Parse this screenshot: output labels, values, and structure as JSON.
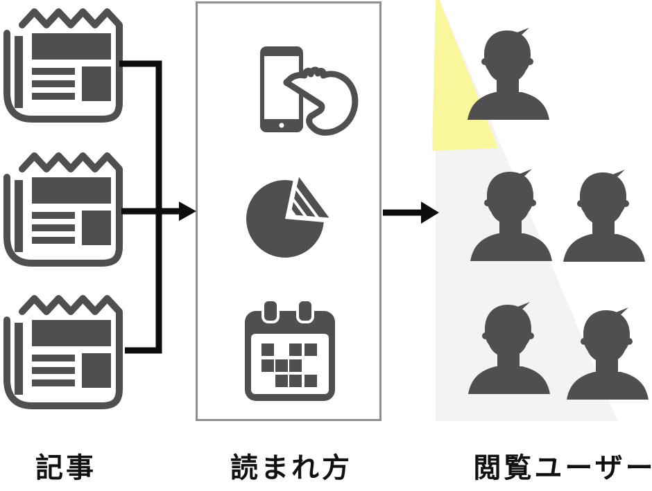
{
  "labels": {
    "articles": "記事",
    "reading_methods": "読まれ方",
    "viewers": "閲覧ユーザー"
  },
  "icons": {
    "article": "newspaper-icon",
    "reading_methods": [
      "smartphone-tap-icon",
      "pie-chart-icon",
      "calendar-icon"
    ],
    "viewer": "person-icon"
  },
  "counts": {
    "articles": 3,
    "viewers": 5,
    "highlighted_viewers": 1,
    "viewer_rows": [
      1,
      2,
      2
    ]
  },
  "colors": {
    "icon_dark": "#4f4f52",
    "arrow_black": "#0d0d0d",
    "text_black": "#111111",
    "box_border": "#8f8f8f",
    "highlight_yellow": "#faf69c",
    "cone_gray": "#f3f3f1",
    "background": "#ffffff"
  }
}
